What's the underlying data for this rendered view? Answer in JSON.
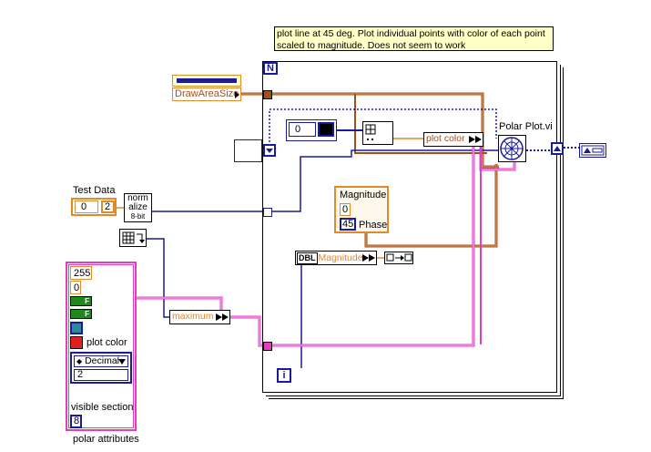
{
  "comment": {
    "line1": "plot line at 45 deg.  Plot individual points with color of each point",
    "line2": "scaled to magnitude.  Does not seem to work"
  },
  "loop": {
    "count_label": "N",
    "index_label": "i"
  },
  "draw_area": {
    "label": "DrawAreaSize"
  },
  "test_data": {
    "label": "Test Data",
    "index_value": "0",
    "value": "2"
  },
  "normalize": {
    "line1": "norm",
    "line2": "alize",
    "line3": "8-bit"
  },
  "polar_attributes": {
    "caption": "polar attributes",
    "value1": "255",
    "value2": "0",
    "bool1": "F",
    "bool2": "F",
    "plot_color_label": "plot color",
    "format_value": "Decimal",
    "precision": "2",
    "visible_section_label": "visible section",
    "visible_section_value": "8"
  },
  "unbundle_maximum": {
    "label": "maximum"
  },
  "magnitude_cluster": {
    "title": "Magnitude",
    "magnitude_value": "0",
    "phase_value": "45",
    "phase_label": "Phase"
  },
  "unbundle_magnitude": {
    "type_label": "DBL",
    "label": "Magnitude"
  },
  "plot_color_bundle": {
    "label": "plot color"
  },
  "polar_plot": {
    "label": "Polar Plot.vi"
  },
  "array_const": {
    "value": "0"
  },
  "colors": {
    "orange": "#e08a2a",
    "blue": "#1a1a9c",
    "pink": "#e040c0",
    "brown": "#a0501c",
    "green": "#1e8a1e"
  }
}
